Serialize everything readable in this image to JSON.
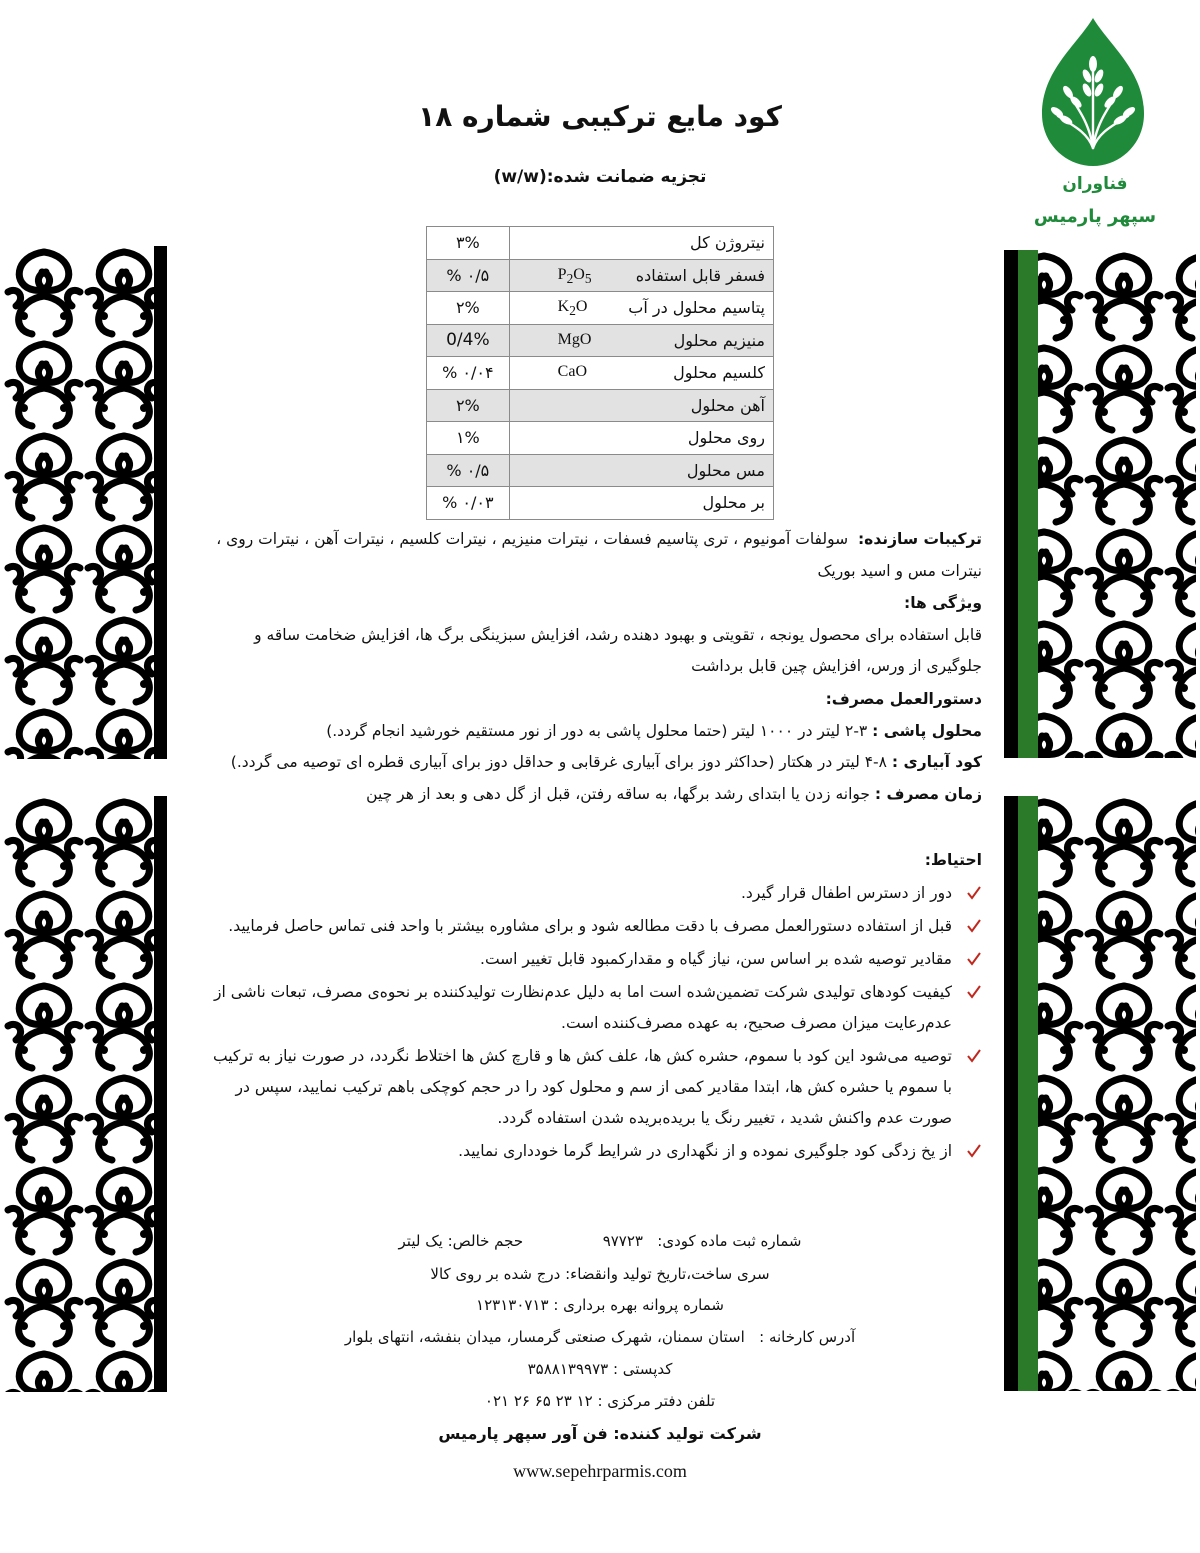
{
  "logo": {
    "line1": "فناوران",
    "line2": "سپهر پارمیس"
  },
  "title": "کود مایع ترکیبی شماره ۱۸",
  "subtitle": "تجزیه ضمانت شده:(w/w)",
  "analysis": [
    {
      "name": "نیتروژن کل",
      "formula": "",
      "value": "۳%"
    },
    {
      "name": "فسفر قابل استفاده",
      "formula": "P2O5",
      "value": "۰/۵ %"
    },
    {
      "name": "پتاسیم محلول در آب",
      "formula": "K2O",
      "value": "۲%"
    },
    {
      "name": "منیزیم محلول",
      "formula": "MgO",
      "value": "0/4%"
    },
    {
      "name": "کلسیم محلول",
      "formula": "CaO",
      "value": "۰/۰۴ %"
    },
    {
      "name": "آهن محلول",
      "formula": "",
      "value": "۲%"
    },
    {
      "name": "روی محلول",
      "formula": "",
      "value": "۱%"
    },
    {
      "name": "مس محلول",
      "formula": "",
      "value": "۰/۵ %"
    },
    {
      "name": "بر محلول",
      "formula": "",
      "value": "۰/۰۳ %"
    }
  ],
  "ingredients": {
    "label": "ترکیبات سازنده:",
    "text": "سولفات آمونیوم ، تری پتاسیم فسفات ، نیترات منیزیم ، نیترات کلسیم ، نیترات آهن ، نیترات روی ، نیترات مس و اسید بوریک"
  },
  "features": {
    "label": "ویژگی ها:",
    "text": "قابل استفاده برای محصول یونجه ، تقویتی و بهبود دهنده رشد، افزایش سبزینگی برگ ها، افزایش ضخامت ساقه و جلوگیری از ورس، افزایش چین قابل برداشت"
  },
  "instructions": {
    "label": "دستورالعمل مصرف:",
    "spray_label": "محلول پاشی :",
    "spray_text": "۳-۲ لیتر در ۱۰۰۰ لیتر (حتما محلول پاشی به دور از نور مستقیم خورشید انجام گردد.)",
    "irrigation_label": "کود آبیاری :",
    "irrigation_text": "۸-۴ لیتر در هکتار (حداکثر دوز برای آبیاری غرقابی و حداقل دوز برای آبیاری قطره ای توصیه می گردد.)",
    "timing_label": "زمان مصرف :",
    "timing_text": "جوانه زدن یا ابتدای رشد برگها، به ساقه رفتن، قبل از گل دهی و بعد از هر چین"
  },
  "precautions": {
    "label": "احتیاط:",
    "items": [
      "دور از دسترس اطفال قرار گیرد.",
      "قبل از استفاده دستورالعمل مصرف با دقت مطالعه شود و برای مشاوره بیشتر با واحد فنی تماس حاصل فرمایید.",
      "مقادیر توصیه شده بر اساس سن، نیاز گیاه و مقدارکمبود قابل تغییر است.",
      "کیفیت کودهای تولیدی شرکت تضمین‌شده است اما به دلیل عدم‌نظارت تولیدکننده بر نحوه‌ی مصرف، تبعات ناشی از عدم‌رعایت میزان مصرف صحیح، به عهده مصرف‌کننده است.",
      "توصیه می‌شود این کود با سموم، حشره کش ها، علف کش ها و قارچ کش ها اختلاط نگردد، در صورت نیاز به ترکیب با سموم یا حشره کش ها، ابتدا مقادیر کمی از سم و محلول کود را در حجم کوچکی باهم ترکیب نمایید، سپس در صورت عدم واکنش شدید ، تغییر رنگ یا بریده‌بریده شدن استفاده گردد.",
      "از یخ زدگی کود جلوگیری نموده و از نگهداری در شرایط گرما خودداری نمایید."
    ]
  },
  "footer": {
    "reg_label": "شماره ثبت ماده کودی:",
    "reg_value": "۹۷۷۲۳",
    "volume": "حجم خالص: یک لیتر",
    "batch": "سری ساخت،تاریخ تولید وانقضاء: درج شده بر روی کالا",
    "license": "شماره پروانه بهره برداری : ۱۲۳۱۳۰۷۱۳",
    "address_label": "آدرس کارخانه :",
    "address": "استان سمنان، شهرک صنعتی گرمسار، میدان بنفشه، انتهای بلوار",
    "postal": "کدپستی : ۳۵۸۸۱۳۹۹۷۳",
    "phone": "تلفن دفتر مرکزی : ۱۲ ۲۳ ۶۵ ۲۶ ۰۲۱",
    "producer": "شرکت تولید کننده: فن آور سپهر پارمیس",
    "website": "www.sepehrparmis.com"
  },
  "colors": {
    "brand_green": "#1f8a3a",
    "border_green": "#2a7a2a"
  },
  "icons": {
    "logo": "wheat-leaf-logo",
    "bullet": "check-mark-icon"
  }
}
